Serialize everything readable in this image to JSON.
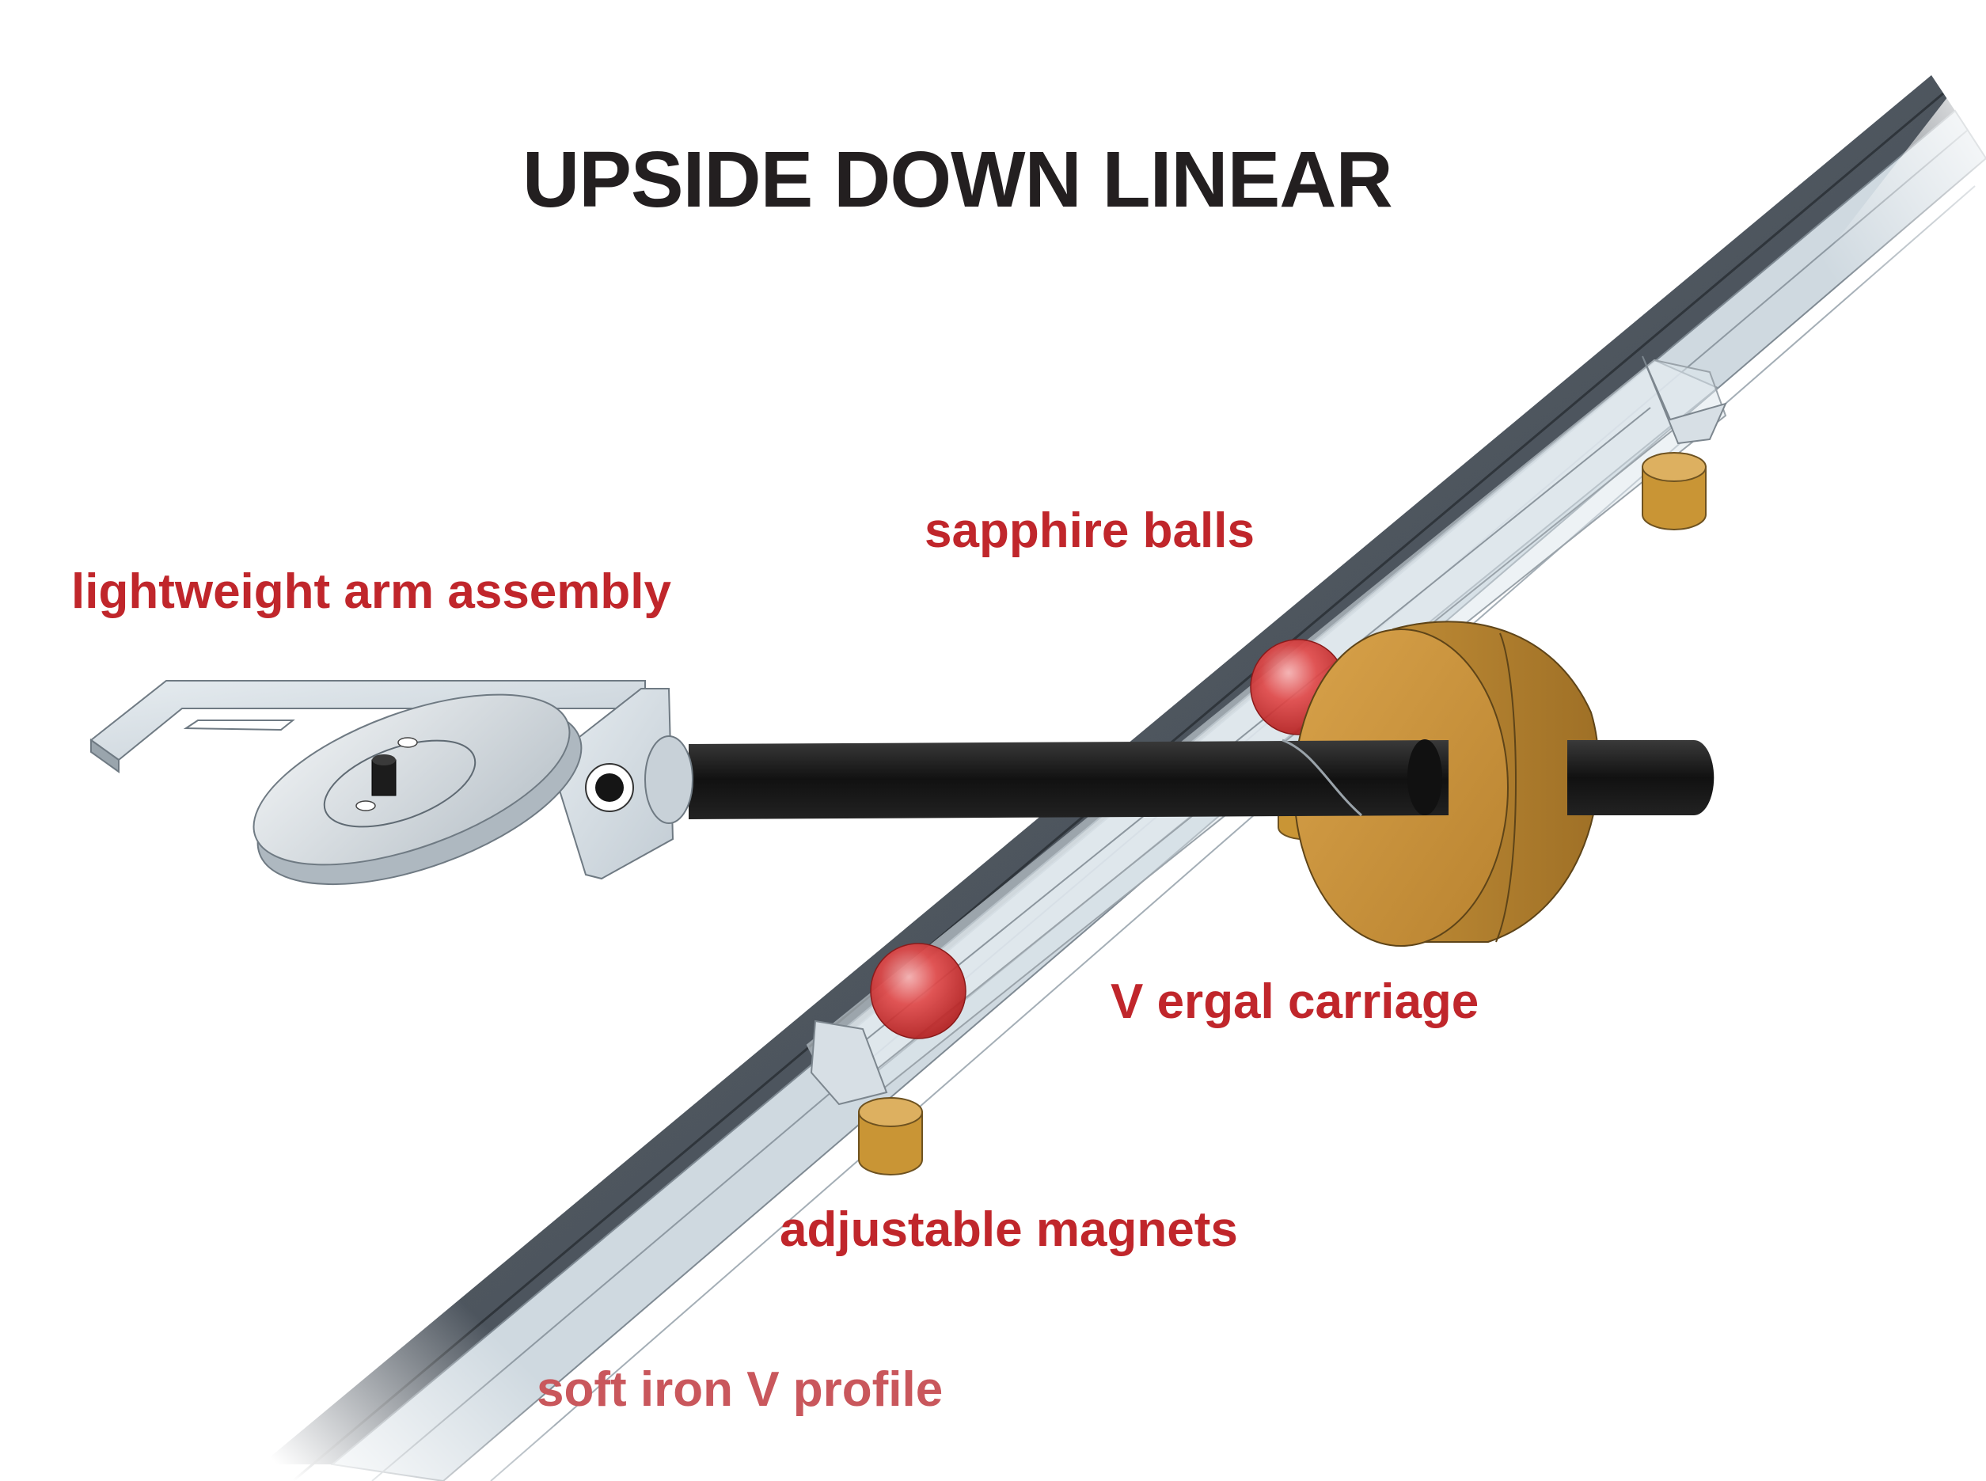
{
  "title": "UPSIDE DOWN LINEAR",
  "labels": {
    "arm": "lightweight arm assembly",
    "balls": "sapphire balls",
    "carriage": "V ergal carriage",
    "magnets": "adjustable magnets",
    "profile": "soft iron V profile"
  },
  "colors": {
    "label_red": "#c0262b",
    "label_pink": "#c9575c",
    "title": "#231f20",
    "steel": "#d4dde4",
    "bronze": "#c8953a",
    "rod": "#1a1a1a",
    "ball": "#d83a3a"
  }
}
